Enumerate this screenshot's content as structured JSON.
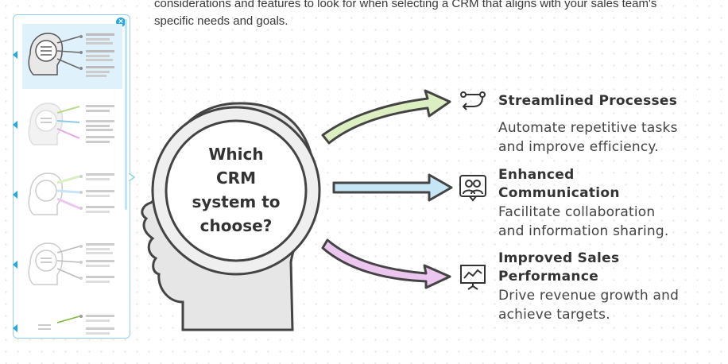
{
  "intro_text": "considerations and features to look for when selecting a CRM that aligns with your sales team's specific needs and goals.",
  "sidebar": {
    "close_symbol": "×"
  },
  "diagram": {
    "center_lines": [
      "Which",
      "CRM",
      "system to",
      "choose?"
    ],
    "features": [
      {
        "title": "Streamlined Processes",
        "description_lines": [
          "Automate repetitive tasks",
          "and improve efficiency."
        ],
        "icon": "workflow-icon",
        "color": "#dcefc0"
      },
      {
        "title_lines": [
          "Enhanced",
          "Communication"
        ],
        "description_lines": [
          "Facilitate collaboration",
          "and information sharing."
        ],
        "icon": "people-icon",
        "color": "#c6e6f5"
      },
      {
        "title_lines": [
          "Improved Sales",
          "Performance"
        ],
        "description_lines": [
          "Drive revenue growth and",
          "achieve targets."
        ],
        "icon": "presentation-chart-icon",
        "color": "#ecc6ef"
      }
    ]
  }
}
